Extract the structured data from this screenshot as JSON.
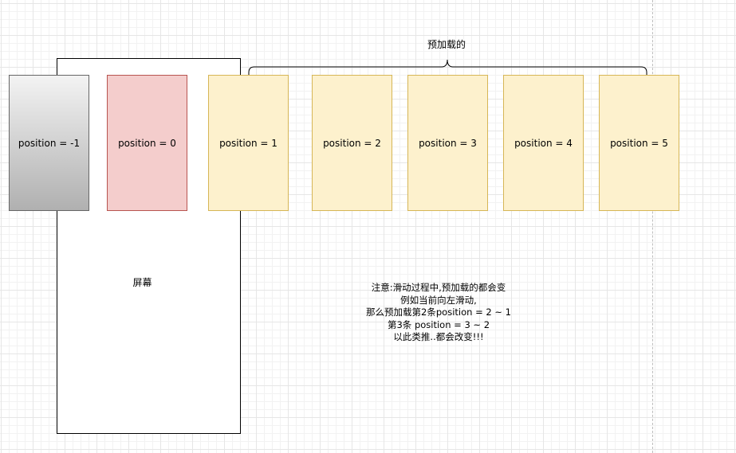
{
  "screen": {
    "label": "屏幕"
  },
  "cards": [
    {
      "label": "position = -1",
      "style": "gray",
      "fill": "#d3d3d3",
      "stroke": "#666666"
    },
    {
      "label": "position = 0",
      "style": "red",
      "fill": "#f4cdcc",
      "stroke": "#b85450"
    },
    {
      "label": "position = 1",
      "style": "yellow",
      "fill": "#fdf1cd",
      "stroke": "#d6b656"
    },
    {
      "label": "position = 2",
      "style": "yellow",
      "fill": "#fdf1cd",
      "stroke": "#d6b656"
    },
    {
      "label": "position = 3",
      "style": "yellow",
      "fill": "#fdf1cd",
      "stroke": "#d6b656"
    },
    {
      "label": "position = 4",
      "style": "yellow",
      "fill": "#fdf1cd",
      "stroke": "#d6b656"
    },
    {
      "label": "position = 5",
      "style": "yellow",
      "fill": "#fdf1cd",
      "stroke": "#d6b656"
    }
  ],
  "brace": {
    "label": "预加载的"
  },
  "note": {
    "lines": [
      "注意:滑动过程中,预加载的都会变",
      "例如当前向左滑动,",
      "那么预加载第2条position = 2 ~ 1",
      "第3条 position = 3 ~ 2",
      "以此类推..都会改变!!!"
    ]
  }
}
